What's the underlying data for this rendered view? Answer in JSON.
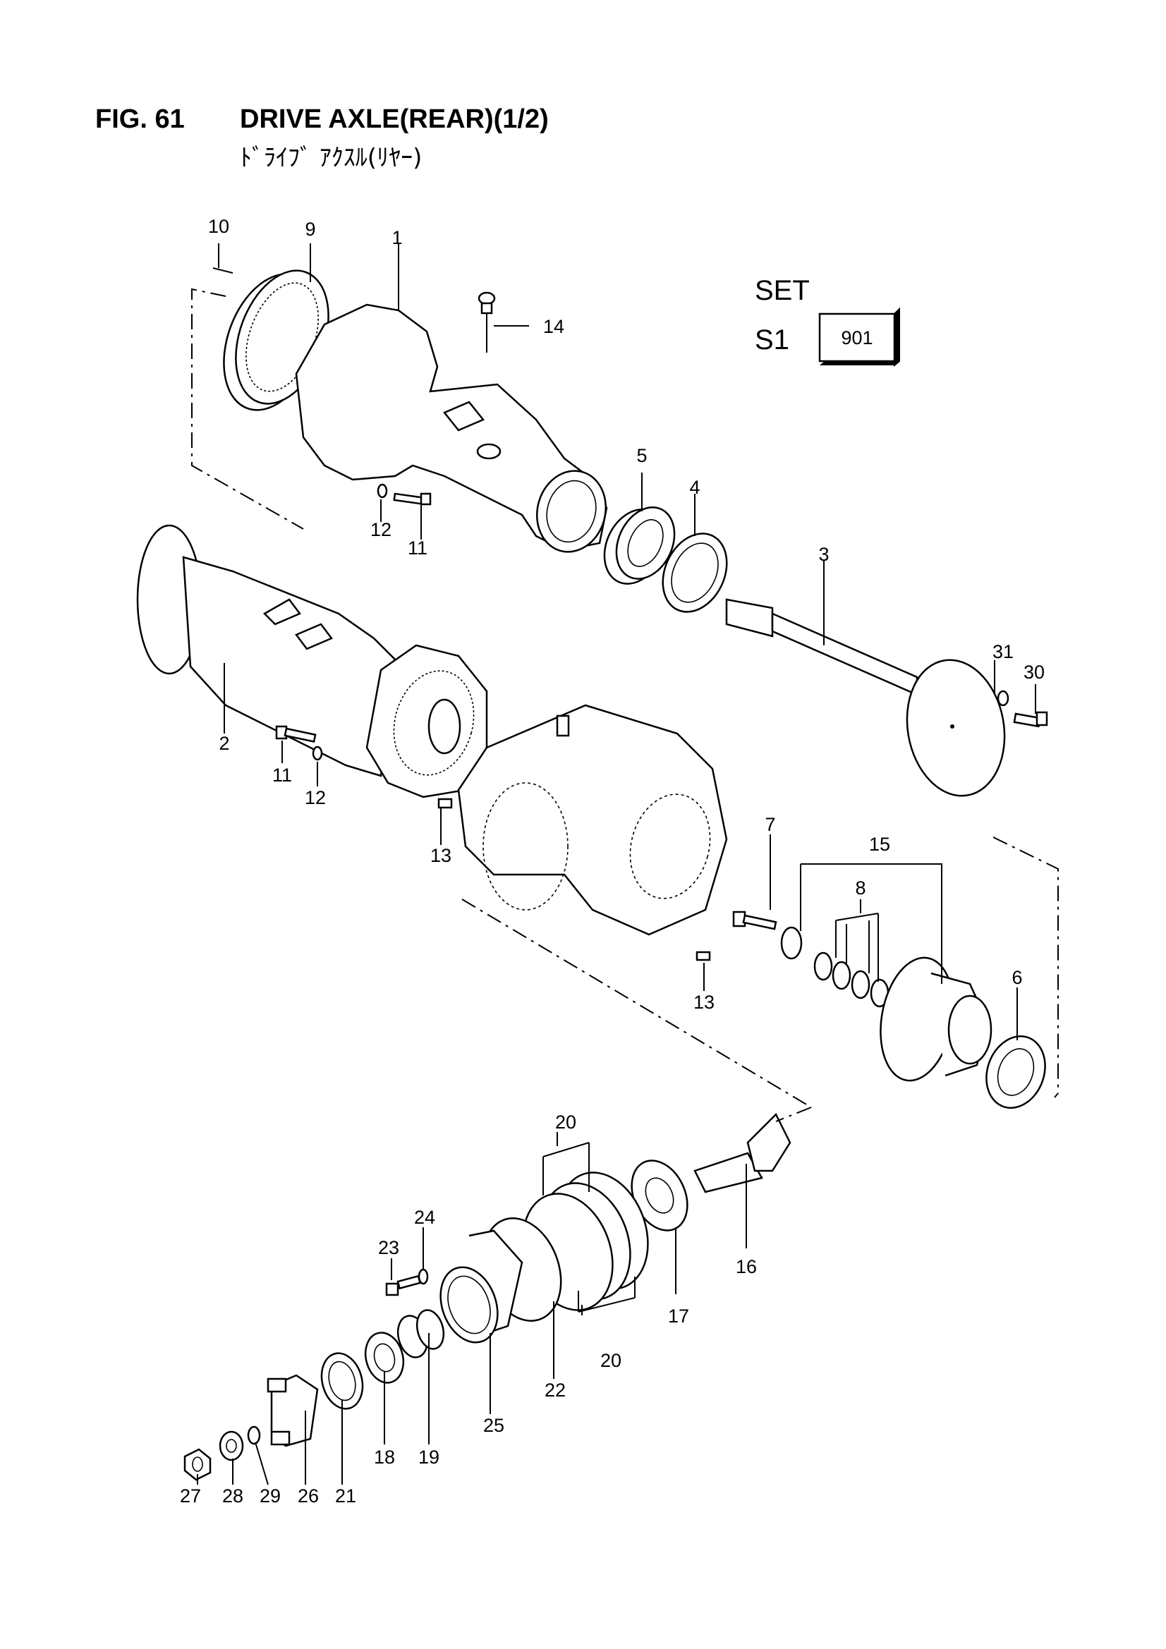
{
  "header": {
    "figure_number": "FIG. 61",
    "title": "DRIVE AXLE(REAR)(1/2)",
    "subtitle": "ﾄﾞﾗｲﾌﾞ ｱｸｽﾙ(ﾘﾔｰ)"
  },
  "set_box": {
    "set_label": "SET",
    "set_code": "S1",
    "set_number": "901"
  },
  "part_labels": [
    "10",
    "9",
    "1",
    "14",
    "12",
    "11",
    "5",
    "4",
    "3",
    "31",
    "30",
    "2",
    "11",
    "12",
    "13",
    "7",
    "15",
    "8",
    "13",
    "6",
    "20",
    "24",
    "23",
    "16",
    "17",
    "20",
    "22",
    "25",
    "19",
    "18",
    "21",
    "26",
    "27",
    "28",
    "29"
  ]
}
